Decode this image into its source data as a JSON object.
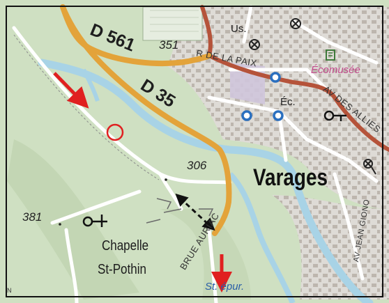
{
  "map": {
    "roads": {
      "d561": "D 561",
      "d35": "D 35"
    },
    "streets": {
      "rue_paix": "R DE LA PAIX",
      "av_allies": "AV DES ALLIES",
      "bd_auriac": "BRUE AURIAC",
      "av_giono": "AV JEAN GIONO"
    },
    "places": {
      "town": "Varages",
      "chapelle_line1": "Chapelle",
      "chapelle_line2": "St-Pothin",
      "ecomusee": "Écomusée",
      "us": "Us.",
      "ec": "Éc.",
      "stepur": "St. épur."
    },
    "elevations": {
      "e351": "351",
      "e306": "306",
      "e381": "381"
    },
    "edge_letter": "N",
    "colors": {
      "main_road": "#e3a33a",
      "secondary_road": "#b5533a",
      "river": "#a8d3e6",
      "forest": "#cfe0c2",
      "urban": "#dcdcd8",
      "building": "#b9b3ac",
      "annotation_red": "#e02020",
      "annotation_dashed": "#111111"
    }
  }
}
